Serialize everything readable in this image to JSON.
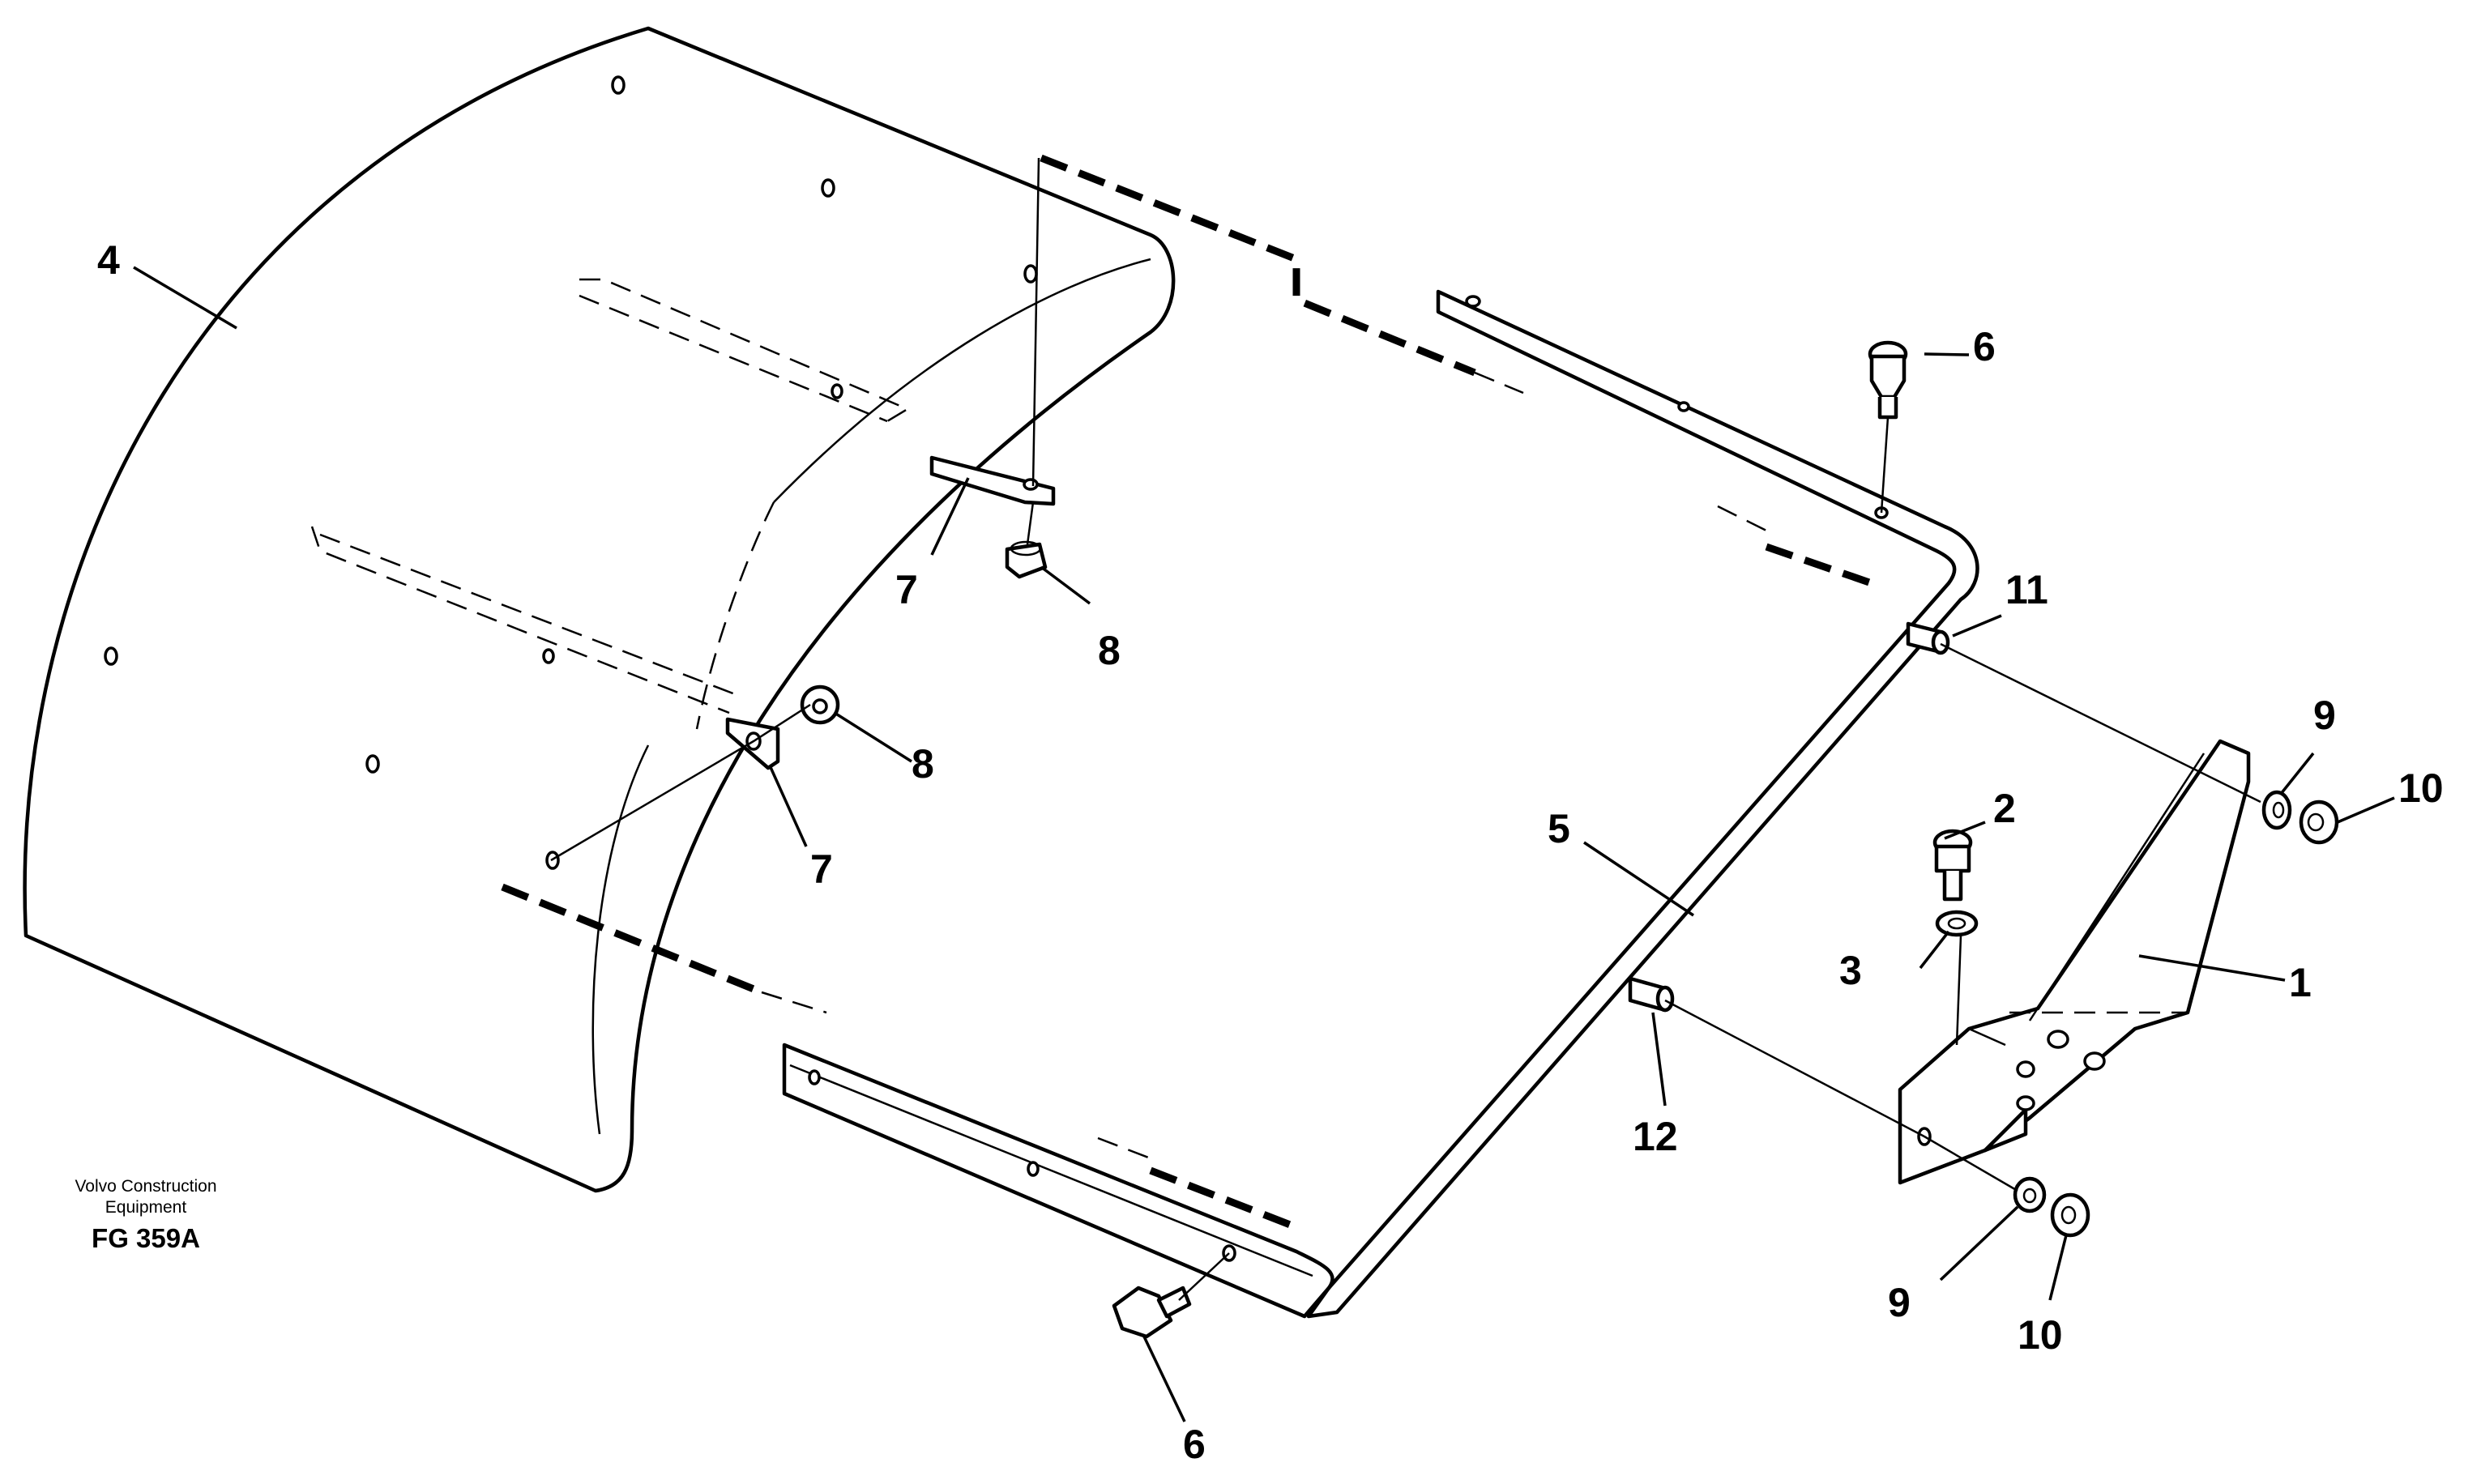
{
  "caption": {
    "brand_line_1": "Volvo Construction",
    "brand_line_2": "Equipment",
    "figure_code": "FG 359A"
  },
  "callouts": {
    "item_1": "1",
    "item_2": "2",
    "item_3": "3",
    "item_4": "4",
    "item_5": "5",
    "item_6_top": "6",
    "item_6_bottom": "6",
    "item_7_upper": "7",
    "item_7_lower": "7",
    "item_8_upper": "8",
    "item_8_lower": "8",
    "item_9_upper": "9",
    "item_9_lower": "9",
    "item_10_upper": "10",
    "item_10_lower": "10",
    "item_11": "11",
    "item_12": "12"
  }
}
